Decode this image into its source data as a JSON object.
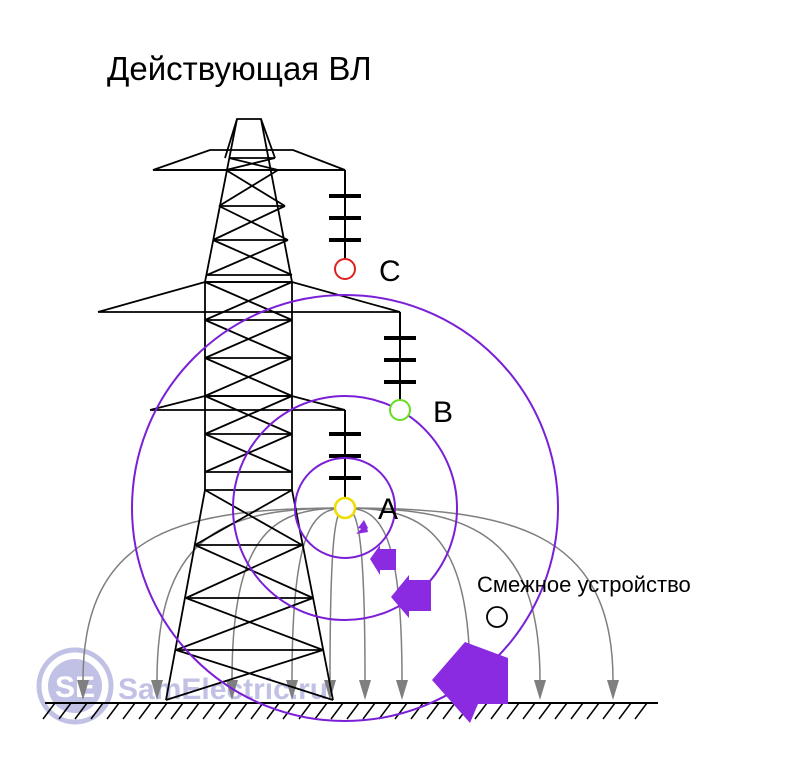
{
  "title": "Действующая ВЛ",
  "phases": {
    "c": {
      "label": "C",
      "color": "#e02020"
    },
    "b": {
      "label": "B",
      "color": "#66dd22"
    },
    "a": {
      "label": "A",
      "color": "#eedd00"
    }
  },
  "adjacent_device": {
    "label": "Смежное устройство"
  },
  "watermark": {
    "logo": "SE",
    "text": "SamElectric.ru",
    "color": "#8f8fd0"
  },
  "colors": {
    "tower": "#000000",
    "field_circles": "#7a1fd6",
    "induction_arrows": "#8a2be2",
    "field_lines": "#7f7f7f",
    "ground": "#000000"
  }
}
